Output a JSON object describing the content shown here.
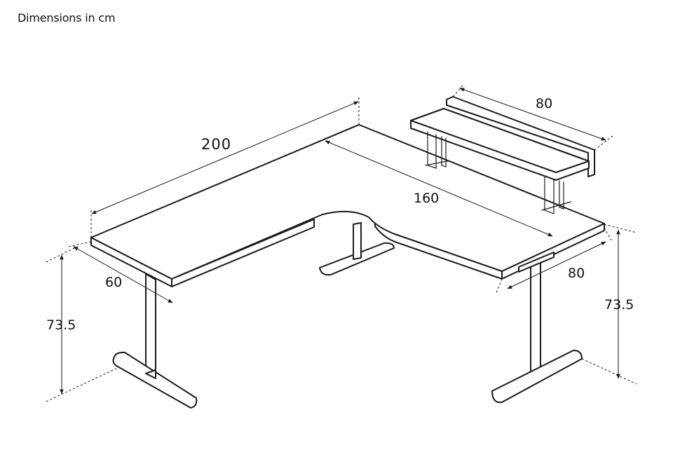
{
  "caption": "Dimensions in cm",
  "dimensions": {
    "long_side_width": "200",
    "short_side_length": "160",
    "long_side_depth": "60",
    "short_side_depth": "80",
    "shelf_width": "80",
    "height_left": "73.5",
    "height_right": "73.5"
  }
}
